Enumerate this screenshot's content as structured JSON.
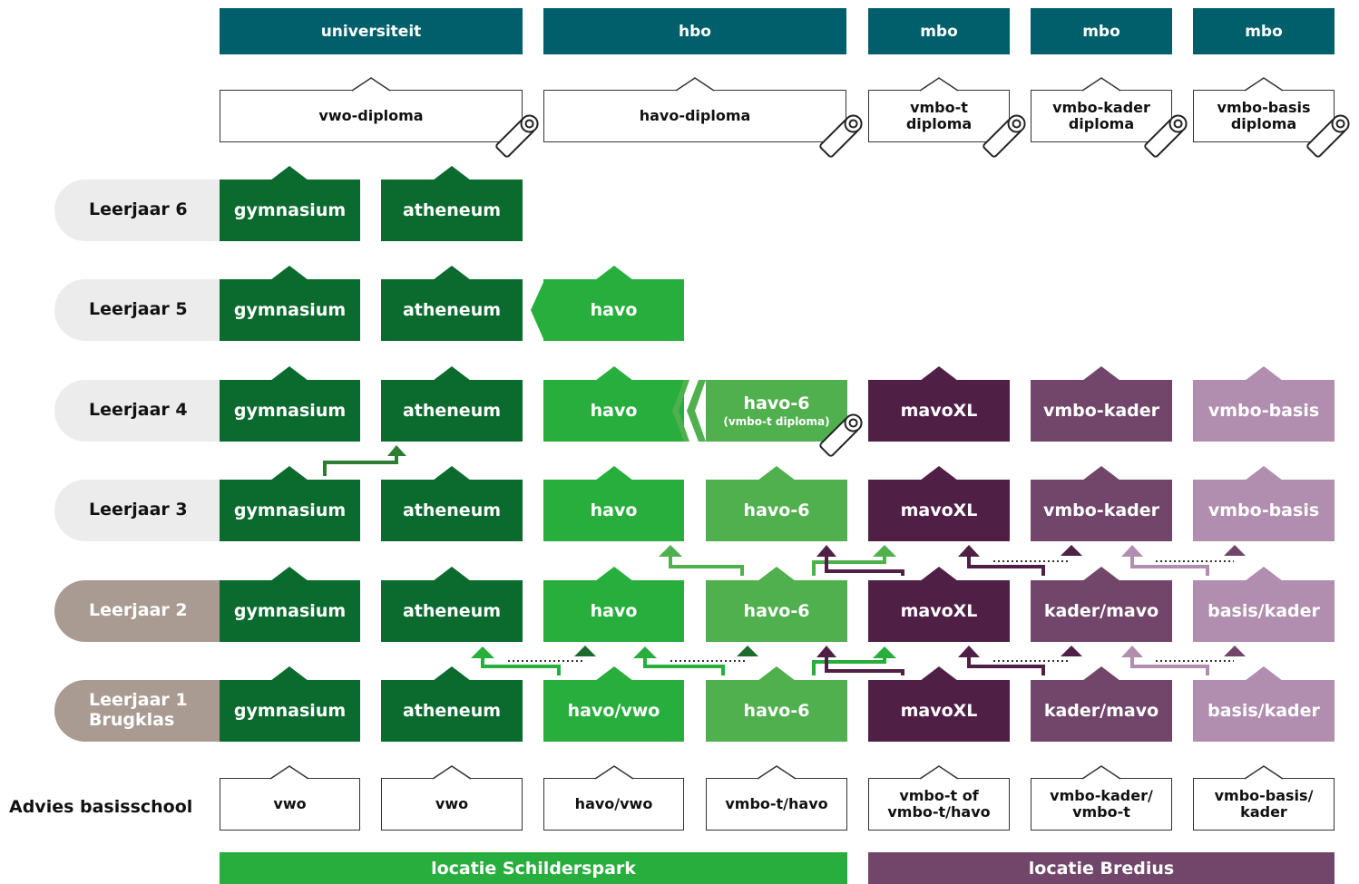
{
  "colors": {
    "teal": "#005f6b",
    "darkgreen": "#0b6b2e",
    "green": "#27ae3c",
    "lightgreen": "#4fb04d",
    "darkpurple": "#4f1f46",
    "purple": "#71466a",
    "lightpurple": "#b18eb0",
    "warmgray": "#a99b91",
    "lightgray": "#ececec"
  },
  "headers": [
    "universiteit",
    "hbo",
    "mbo",
    "mbo",
    "mbo"
  ],
  "diplomas": [
    "vwo-diploma",
    "havo-diploma",
    "vmbo-t\ndiploma",
    "vmbo-kader\ndiploma",
    "vmbo-basis\ndiploma"
  ],
  "years": [
    "Leerjaar 6",
    "Leerjaar 5",
    "Leerjaar 4",
    "Leerjaar 3",
    "Leerjaar 2",
    "Leerjaar 1\nBrugklas"
  ],
  "grid": {
    "leerjaar6": [
      "gymnasium",
      "atheneum"
    ],
    "leerjaar5": [
      "gymnasium",
      "atheneum",
      "havo"
    ],
    "leerjaar4": [
      "gymnasium",
      "atheneum",
      "havo",
      "havo-6",
      "mavoXL",
      "vmbo-kader",
      "vmbo-basis"
    ],
    "leerjaar4_sub": "(vmbo-t diploma)",
    "leerjaar3": [
      "gymnasium",
      "atheneum",
      "havo",
      "havo-6",
      "mavoXL",
      "vmbo-kader",
      "vmbo-basis"
    ],
    "leerjaar2": [
      "gymnasium",
      "atheneum",
      "havo",
      "havo-6",
      "mavoXL",
      "kader/mavo",
      "basis/kader"
    ],
    "leerjaar1": [
      "gymnasium",
      "atheneum",
      "havo/vwo",
      "havo-6",
      "mavoXL",
      "kader/mavo",
      "basis/kader"
    ]
  },
  "advies_label": "Advies basisschool",
  "advies": [
    "vwo",
    "vwo",
    "havo/vwo",
    "vmbo-t/havo",
    "vmbo-t of\nvmbo-t/havo",
    "vmbo-kader/\nvmbo-t",
    "vmbo-basis/\nkader"
  ],
  "locations": [
    "locatie Schilderspark",
    "locatie Bredius"
  ]
}
